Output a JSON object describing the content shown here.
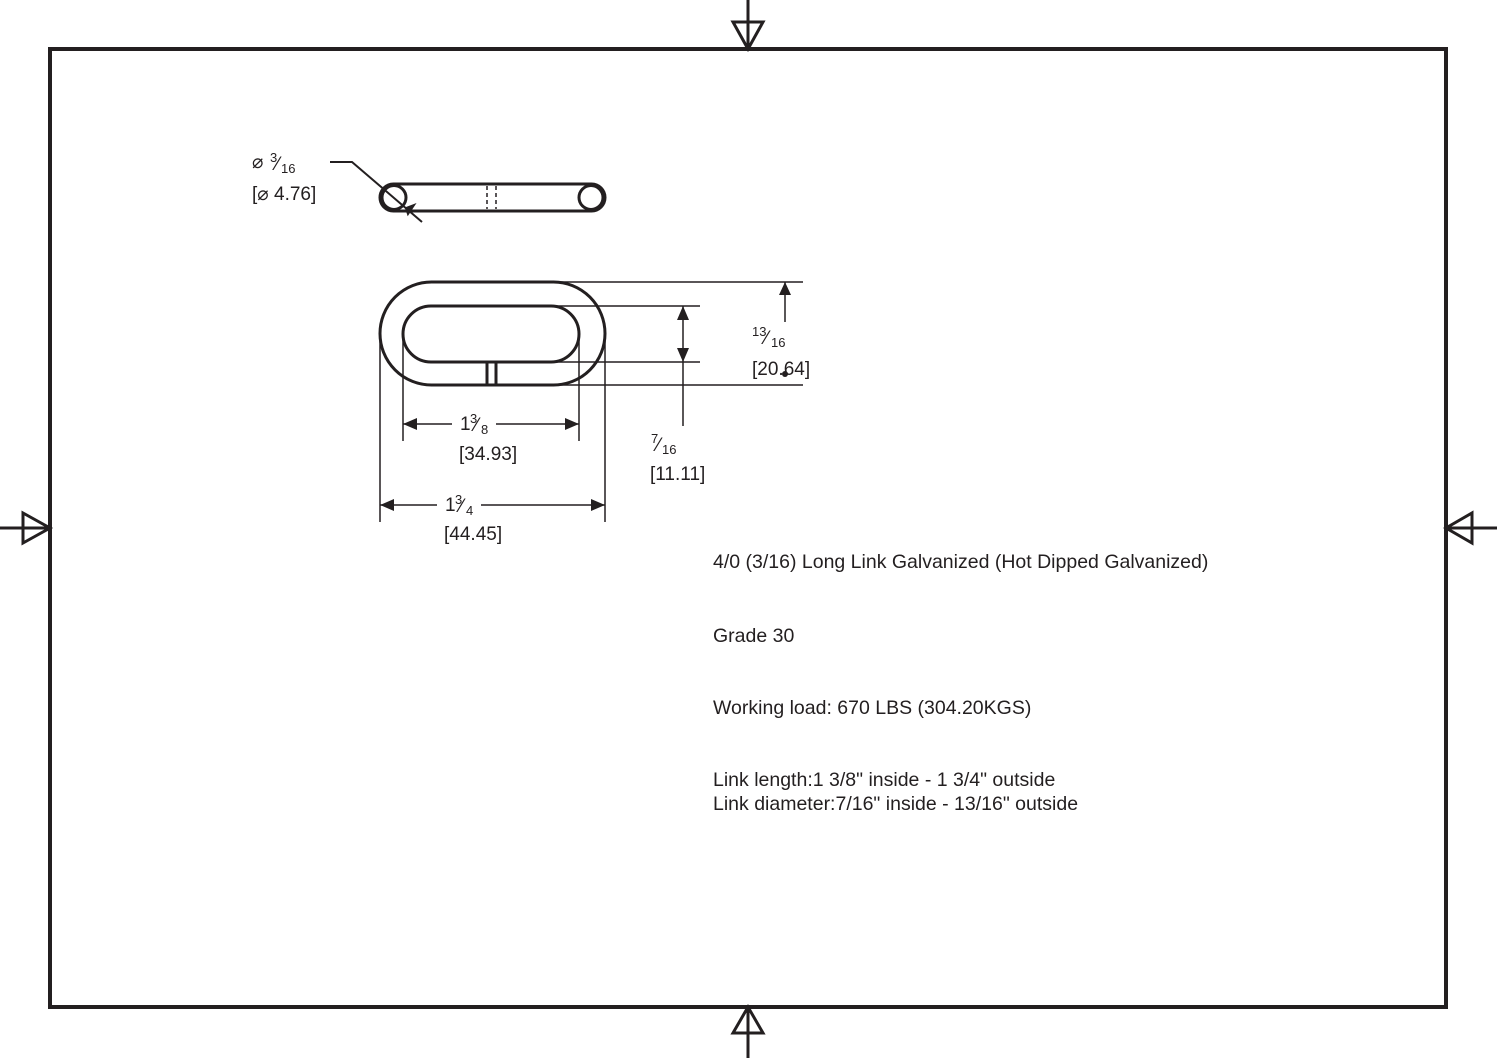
{
  "title": "4/0 (3/16) Long Link Galvanized  (Hot Dipped Galvanized)",
  "grade": "Grade 30",
  "working_load": "Working load: 670 LBS (304.20KGS)",
  "link_length": "Link length:1 3/8\" inside - 1 3/4\" outside",
  "link_diameter": "Link diameter:7/16\" inside - 13/16\" outside",
  "dimensions": {
    "wire_diameter": {
      "symbol": "⌀",
      "fraction_whole": "",
      "fraction_num": "3",
      "fraction_den": "16",
      "metric": "[⌀ 4.76]"
    },
    "outside_width": {
      "fraction_whole": "",
      "fraction_num": "13",
      "fraction_den": "16",
      "metric": "[20.64]"
    },
    "inside_width": {
      "fraction_whole": "",
      "fraction_num": "7",
      "fraction_den": "16",
      "metric": "[11.11]"
    },
    "inside_length": {
      "fraction_whole": "1",
      "fraction_num": "3",
      "fraction_den": "8",
      "metric": "[34.93]"
    },
    "outside_length": {
      "fraction_whole": "1",
      "fraction_num": "3",
      "fraction_den": "4",
      "metric": "[44.45]"
    }
  },
  "colors": {
    "line": "#231f20",
    "background": "#ffffff"
  }
}
